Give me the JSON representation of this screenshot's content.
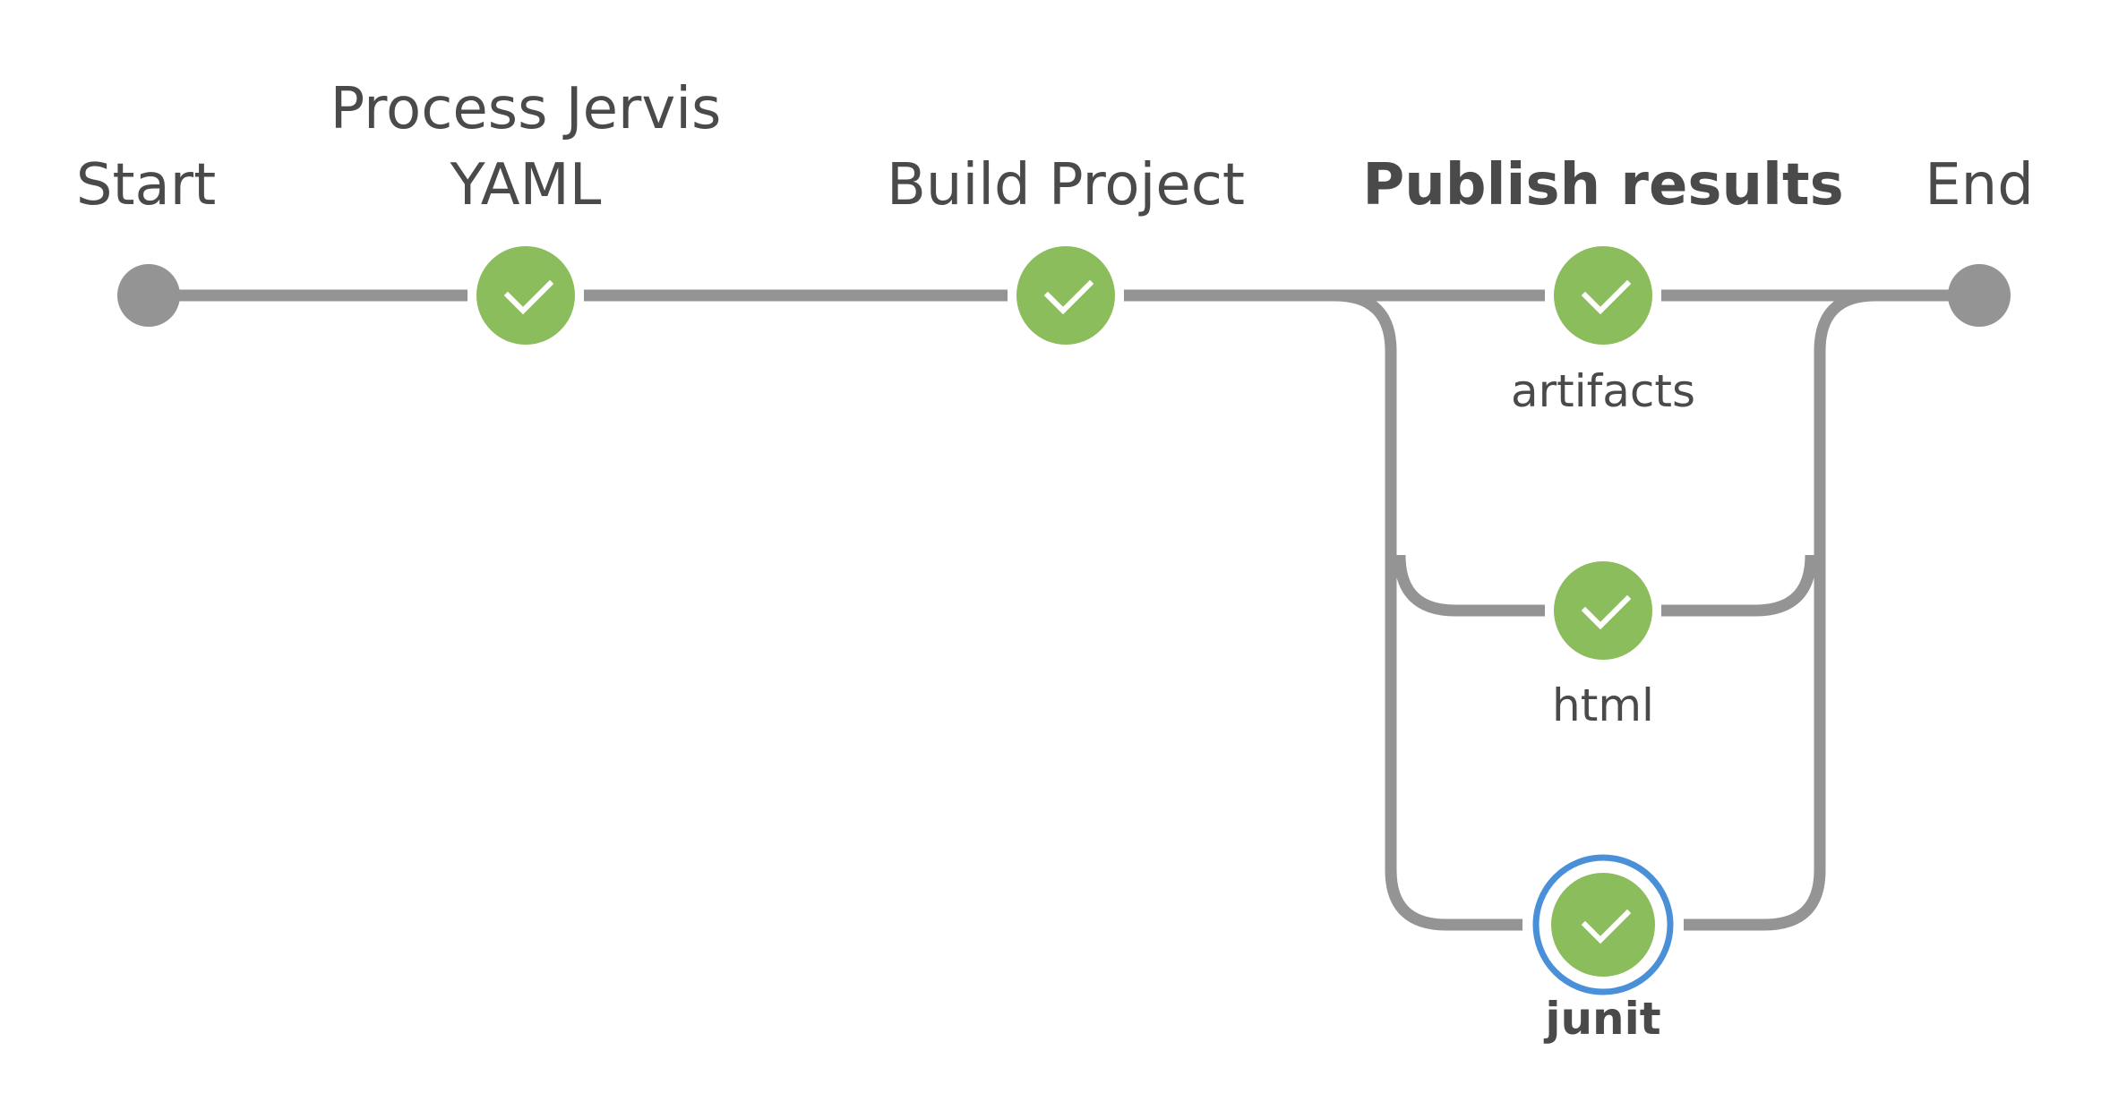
{
  "pipeline": {
    "start": {
      "label": "Start"
    },
    "end": {
      "label": "End"
    },
    "stages": [
      {
        "label_lines": [
          "Process Jervis",
          "YAML"
        ],
        "status": "success"
      },
      {
        "label_lines": [
          "Build Project"
        ],
        "status": "success"
      },
      {
        "label_lines": [
          "Publish results"
        ],
        "status": "success",
        "selected": true,
        "branches": [
          {
            "label": "artifacts",
            "status": "success"
          },
          {
            "label": "html",
            "status": "success"
          },
          {
            "label": "junit",
            "status": "success",
            "selected": true
          }
        ]
      }
    ]
  },
  "colors": {
    "success": "#8cbd5c",
    "edge": "#949494",
    "selected_ring": "#4a90d9",
    "text": "#4a4a4a"
  },
  "icons": {
    "success": "check-icon",
    "terminal": "terminal-dot-icon"
  }
}
